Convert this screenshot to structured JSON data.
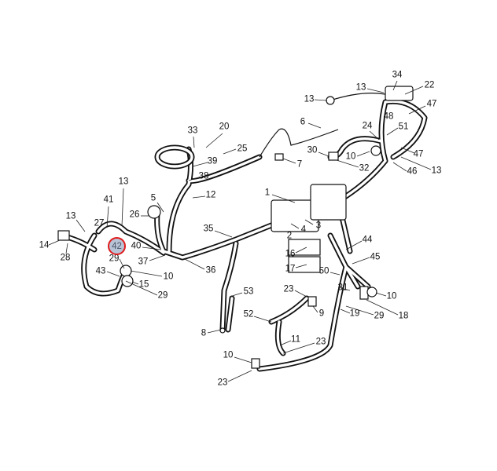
{
  "diagram": {
    "type": "parts-callout",
    "highlighted_callout": "42",
    "highlight_color": "#e01b1b",
    "callouts": [
      "34",
      "22",
      "13",
      "47",
      "13",
      "48",
      "6",
      "24",
      "51",
      "20",
      "33",
      "30",
      "10",
      "47",
      "25",
      "39",
      "7",
      "32",
      "46",
      "13",
      "38",
      "1",
      "12",
      "5",
      "13",
      "41",
      "26",
      "13",
      "27",
      "3",
      "35",
      "4",
      "2",
      "44",
      "14",
      "40",
      "16",
      "28",
      "29",
      "37",
      "45",
      "17",
      "43",
      "50",
      "36",
      "10",
      "15",
      "31",
      "53",
      "23",
      "29",
      "10",
      "9",
      "19",
      "29",
      "18",
      "52",
      "8",
      "11",
      "23",
      "10",
      "23"
    ]
  }
}
